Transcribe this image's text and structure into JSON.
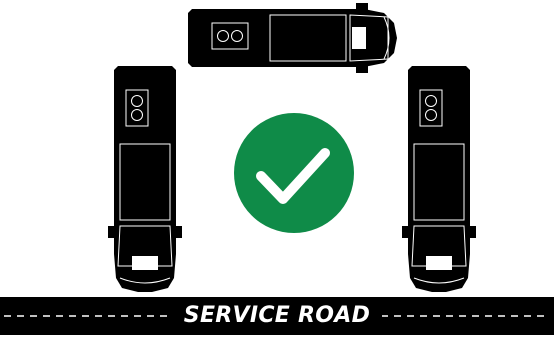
{
  "road": {
    "label": "SERVICE ROAD"
  },
  "status": {
    "icon": "checkmark-icon",
    "color": "#0f8b48"
  },
  "vehicles": [
    {
      "name": "van-top",
      "orientation": "horizontal"
    },
    {
      "name": "van-left",
      "orientation": "vertical"
    },
    {
      "name": "van-right",
      "orientation": "vertical"
    }
  ]
}
